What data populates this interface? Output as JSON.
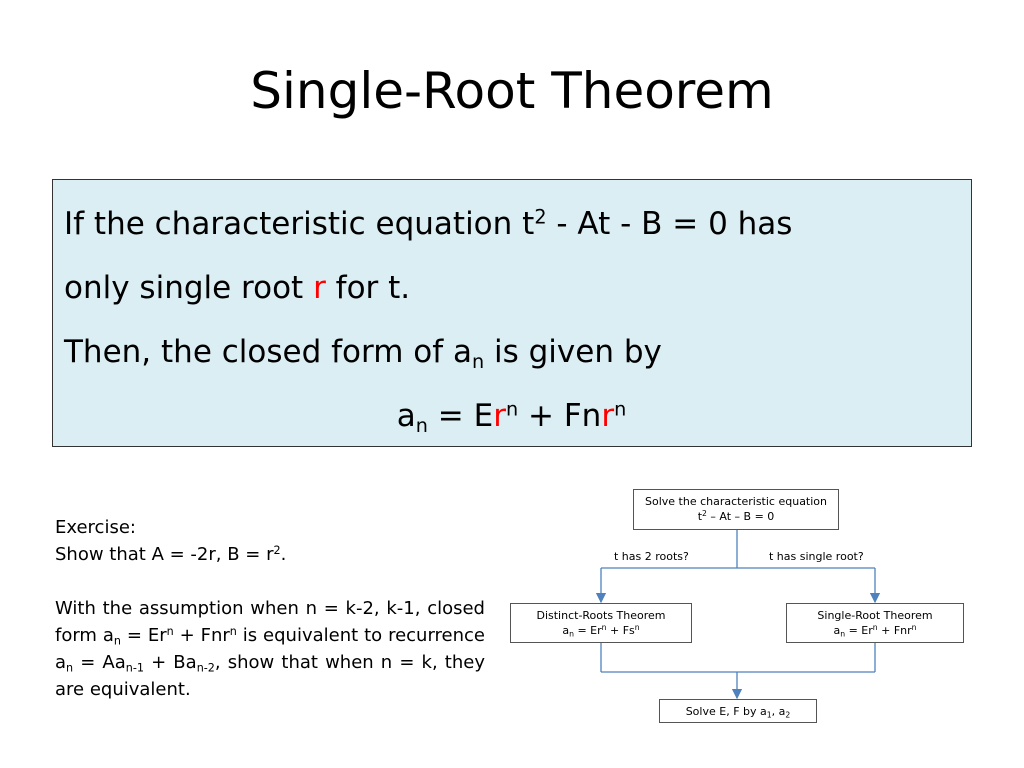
{
  "title": "Single-Root Theorem",
  "theorem": {
    "line1_pre": "If the characteristic equation t",
    "line1_sup": "2",
    "line1_post": " - At - B = 0 has",
    "line2_pre": "only single root ",
    "line2_root": "r",
    "line2_post": " for t.",
    "line3_pre": "Then, the closed form of a",
    "line3_sub": "n",
    "line3_post": " is given by",
    "formula": {
      "a": "a",
      "a_sub": "n",
      "eq_E": " = E",
      "r1": "r",
      "sup1": "n",
      "plus_Fn": " + Fn",
      "r2": "r",
      "sup2": "n"
    }
  },
  "exercise": {
    "heading": "Exercise:",
    "line2_pre": "Show that A = -2r, B = r",
    "line2_sup": "2",
    "line2_post": ".",
    "para": {
      "p1": "With the assumption when n = k-2, k-1, closed form a",
      "s1": "n",
      "p2": " = Er",
      "s2": "n",
      "p3": " + Fnr",
      "s3": "n",
      "p4": " is equivalent to recurrence a",
      "s4": "n",
      "p5": " = Aa",
      "s5": "n-1",
      "p6": " + Ba",
      "s6": "n-2",
      "p7": ", show that when n = k, they are equivalent."
    }
  },
  "flowchart": {
    "top_line1": "Solve the characteristic equation",
    "top_l2a": "t",
    "top_l2sup": "2",
    "top_l2b": " – At – B = 0",
    "label_left": "t has 2 roots?",
    "label_right": "t has single root?",
    "left_line1": "Distinct-Roots Theorem",
    "left_a": "a",
    "left_asub": "n",
    "left_b": " = Er",
    "left_bsup": "n",
    "left_c": " + Fs",
    "left_csup": "n",
    "right_line1": "Single-Root Theorem",
    "right_a": "a",
    "right_asub": "n",
    "right_b": " = Er",
    "right_bsup": "n",
    "right_c": " + Fnr",
    "right_csup": "n",
    "bottom_a": "Solve E, F by a",
    "bottom_s1": "1",
    "bottom_b": ", a",
    "bottom_s2": "2"
  },
  "colors": {
    "box_bg": "#dbeef4",
    "root_red": "#ff0000",
    "line": "#4f81bd"
  }
}
